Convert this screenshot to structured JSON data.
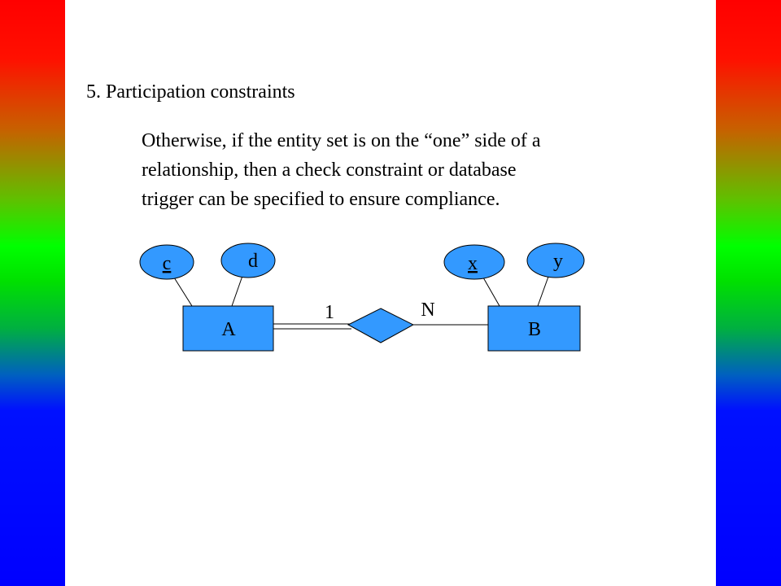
{
  "slide": {
    "heading": "5. Participation constraints",
    "paragraph_lines": [
      "Otherwise, if the entity set is on the “one” side of a",
      "relationship, then a check constraint or database",
      "trigger can be specified to ensure compliance."
    ]
  },
  "diagram": {
    "entities": [
      {
        "label": "A"
      },
      {
        "label": "B"
      }
    ],
    "attributes": [
      {
        "label": "c",
        "key": true
      },
      {
        "label": "d",
        "key": false
      },
      {
        "label": "x",
        "key": true
      },
      {
        "label": "y",
        "key": false
      }
    ],
    "cardinalities": [
      {
        "label": "1"
      },
      {
        "label": "N"
      }
    ],
    "colors": {
      "fill": "#3399ff",
      "stroke": "#000000",
      "band_top": "#ff0000",
      "band_middle": "#00ff00",
      "band_bottom": "#0000ff"
    }
  }
}
